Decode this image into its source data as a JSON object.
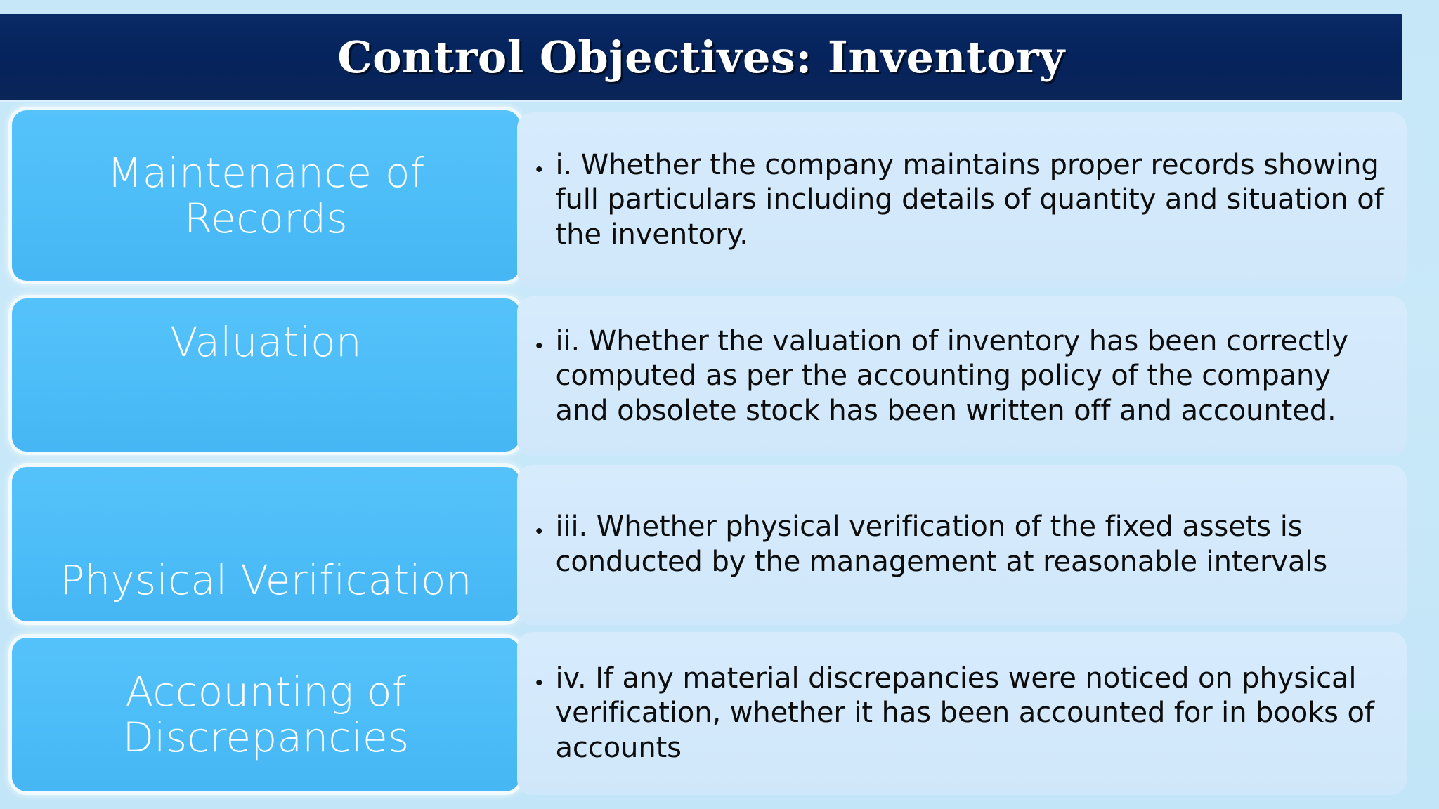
{
  "slide": {
    "title": "Control Objectives: Inventory",
    "background_color": "#c5e7f8",
    "title_bar_color": "#052a63",
    "chip_color": "#4dbdf8",
    "panel_color": "#d6ebfc",
    "bullet_glyph": "•"
  },
  "rows": [
    {
      "label": "Maintenance of Records",
      "bullet": "i. Whether the company maintains proper records showing full particulars including details of quantity and situation of the inventory."
    },
    {
      "label": "Valuation",
      "bullet": "ii. Whether the valuation of inventory has been correctly computed as per the accounting policy of the company and obsolete stock has been written off and accounted."
    },
    {
      "label": "Physical Verification",
      "bullet": "iii. Whether physical verification of the fixed assets is conducted by the management at reasonable intervals"
    },
    {
      "label": "Accounting of Discrepancies",
      "bullet": "iv. If any material discrepancies were noticed on physical verification, whether it has been accounted for in books of accounts"
    }
  ]
}
